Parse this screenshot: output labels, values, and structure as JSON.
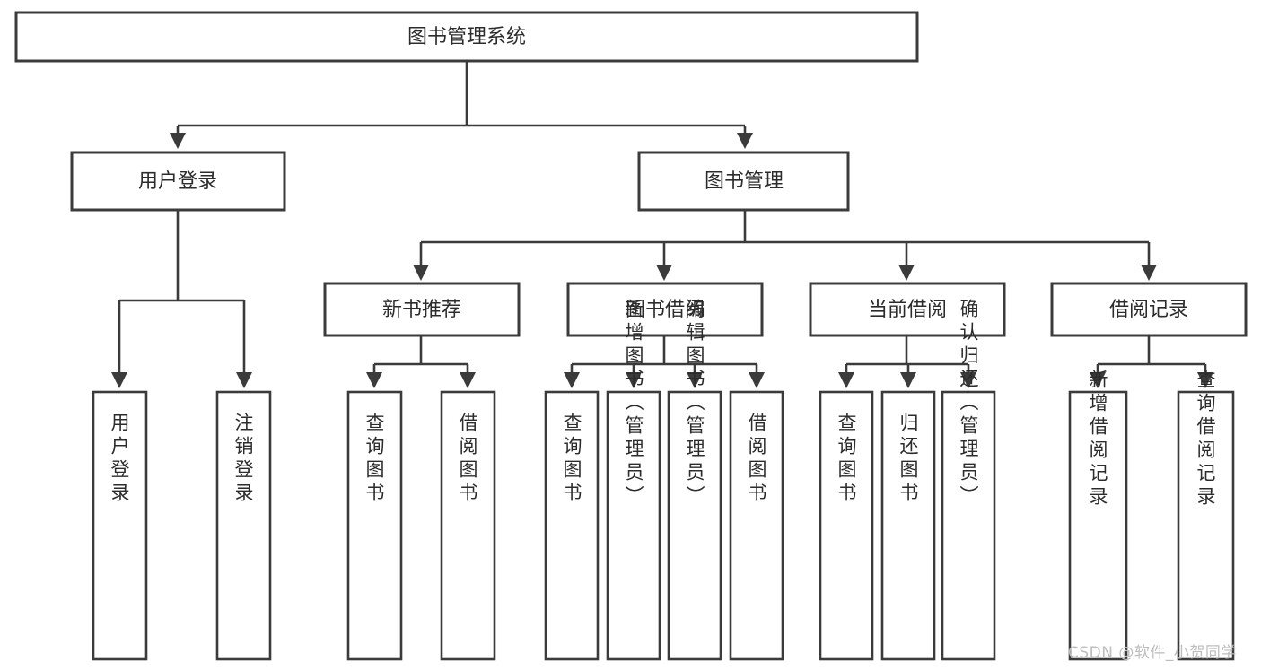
{
  "diagram": {
    "title": "图书管理系统",
    "type": "hierarchy-tree",
    "watermark": "CSDN @软件_小贺同学",
    "colors": {
      "stroke": "#3b3b3b",
      "box_fill": "#ffffff",
      "text": "#2c2c2c",
      "background": "#ffffff",
      "watermark": "#bdbdbd"
    },
    "levels": [
      {
        "level": 1,
        "nodes": [
          {
            "id": "root",
            "label": "图书管理系统",
            "orientation": "horizontal"
          }
        ]
      },
      {
        "level": 2,
        "nodes": [
          {
            "id": "login",
            "label": "用户登录",
            "orientation": "horizontal",
            "parent": "root"
          },
          {
            "id": "bookmgmt",
            "label": "图书管理",
            "orientation": "horizontal",
            "parent": "root"
          }
        ]
      },
      {
        "level": 3,
        "nodes": [
          {
            "id": "newbook",
            "label": "新书推荐",
            "orientation": "horizontal",
            "parent": "bookmgmt"
          },
          {
            "id": "borrow",
            "label": "图书借阅",
            "orientation": "horizontal",
            "parent": "bookmgmt"
          },
          {
            "id": "current",
            "label": "当前借阅",
            "orientation": "horizontal",
            "parent": "bookmgmt"
          },
          {
            "id": "records",
            "label": "借阅记录",
            "orientation": "horizontal",
            "parent": "bookmgmt"
          }
        ]
      },
      {
        "level": 4,
        "nodes": [
          {
            "id": "leaf1",
            "label": "用户登录",
            "orientation": "vertical",
            "parent": "login"
          },
          {
            "id": "leaf2",
            "label": "注销登录",
            "orientation": "vertical",
            "parent": "login"
          },
          {
            "id": "leaf3",
            "label": "查询图书",
            "orientation": "vertical",
            "parent": "newbook"
          },
          {
            "id": "leaf4",
            "label": "借阅图书",
            "orientation": "vertical",
            "parent": "newbook"
          },
          {
            "id": "leaf5",
            "label": "查询图书",
            "orientation": "vertical",
            "parent": "borrow"
          },
          {
            "id": "leaf6",
            "label": "新增图书（管理员）",
            "orientation": "vertical",
            "parent": "borrow"
          },
          {
            "id": "leaf7",
            "label": "编辑图书（管理员）",
            "orientation": "vertical",
            "parent": "borrow"
          },
          {
            "id": "leaf8",
            "label": "借阅图书",
            "orientation": "vertical",
            "parent": "borrow"
          },
          {
            "id": "leaf9",
            "label": "查询图书",
            "orientation": "vertical",
            "parent": "current"
          },
          {
            "id": "leaf10",
            "label": "归还图书",
            "orientation": "vertical",
            "parent": "current"
          },
          {
            "id": "leaf11",
            "label": "确认归还（管理员）",
            "orientation": "vertical",
            "parent": "current"
          },
          {
            "id": "leaf12",
            "label": "新增借阅记录",
            "orientation": "vertical",
            "parent": "records"
          },
          {
            "id": "leaf13",
            "label": "查询借阅记录",
            "orientation": "vertical",
            "parent": "records"
          }
        ]
      }
    ]
  }
}
